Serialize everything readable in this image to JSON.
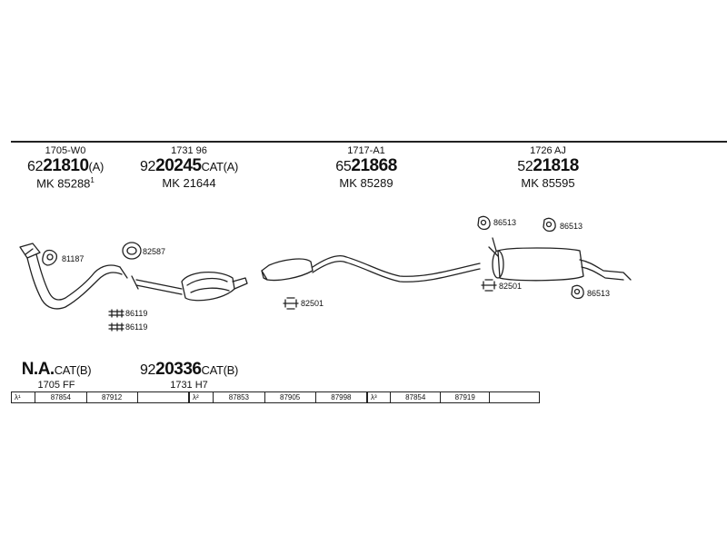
{
  "header_parts": [
    {
      "code": "1705-W0",
      "pn_prefix": "62",
      "pn_bold": "21810",
      "pn_suffix": "(A)",
      "mk": "MK 85288",
      "mk_sup": "1"
    },
    {
      "code": "1731 96",
      "pn_prefix": "92",
      "pn_bold": "20245",
      "pn_suffix": "CAT(A)",
      "mk": "MK 21644",
      "mk_sup": ""
    },
    {
      "code": "1717-A1",
      "pn_prefix": "65",
      "pn_bold": "21868",
      "pn_suffix": "",
      "mk": "MK 85289",
      "mk_sup": ""
    },
    {
      "code": "1726 AJ",
      "pn_prefix": "52",
      "pn_bold": "21818",
      "pn_suffix": "",
      "mk": "MK 85595",
      "mk_sup": ""
    }
  ],
  "callouts": {
    "c81187": "81187",
    "c82587": "82587",
    "c86119a": "86119",
    "c86119b": "86119",
    "c82501a": "82501",
    "c82501b": "82501",
    "c86513a": "86513",
    "c86513b": "86513",
    "c86513c": "86513"
  },
  "bottom_parts": [
    {
      "pn_prefix": "",
      "pn_bold": "N.A.",
      "pn_suffix": "CAT(B)",
      "code": "1705 FF"
    },
    {
      "pn_prefix": "92",
      "pn_bold": "20336",
      "pn_suffix": "CAT(B)",
      "code": "1731 H7"
    }
  ],
  "lambda_tables": [
    {
      "label": "λ¹",
      "cells": [
        "87854",
        "87912",
        ""
      ]
    },
    {
      "label": "λ²",
      "cells": [
        "87853",
        "87905",
        "87998"
      ]
    },
    {
      "label": "λ³",
      "cells": [
        "87854",
        "87919",
        ""
      ]
    }
  ],
  "colors": {
    "line": "#222222",
    "background": "#ffffff"
  }
}
